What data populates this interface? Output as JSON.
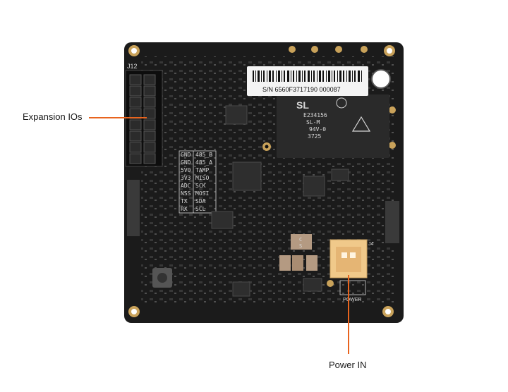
{
  "callouts": {
    "expansion": "Expansion IOs",
    "power": "Power IN"
  },
  "board": {
    "header_ref": "J12",
    "sticker_serial": "S/N 6560F3717190 000087",
    "cert_lines": [
      "E234156",
      "SL-M",
      "94V-0",
      "3725"
    ],
    "connector_ref": "J4",
    "power_label": "POWER",
    "pin_table": [
      [
        "GND",
        "485_B"
      ],
      [
        "GND",
        "485_A"
      ],
      [
        "5V0",
        "TAMP"
      ],
      [
        "3V3",
        "MISO"
      ],
      [
        "ADC",
        "SCK"
      ],
      [
        "NSS",
        "MOSI"
      ],
      [
        "TX",
        "SDA"
      ],
      [
        "RX",
        "SCL"
      ]
    ],
    "cap_marks": [
      "C",
      "S"
    ]
  },
  "colors": {
    "pcb": "#1b1b1b",
    "accent": "#e8641e",
    "connector": "#f0c98a",
    "gold": "#c9a25a"
  }
}
